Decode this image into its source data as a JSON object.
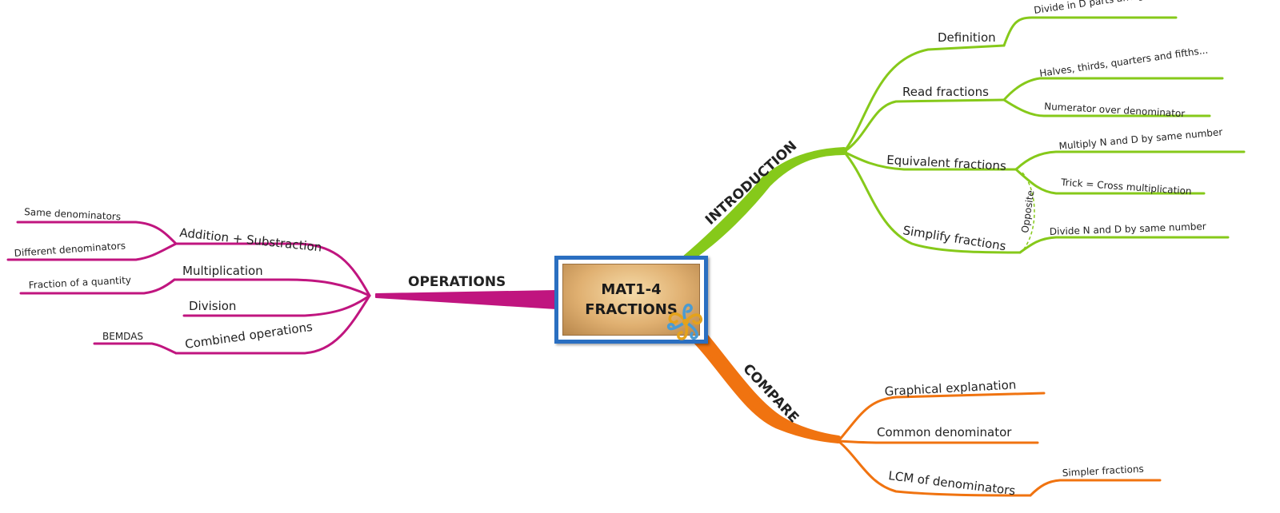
{
  "colors": {
    "introduction": "#86c91a",
    "operations": "#c0157f",
    "compare": "#f07310",
    "center_border": "#2a6fc1"
  },
  "center": {
    "line1": "MAT1-4",
    "line2": "FRACTIONS",
    "icon": "mindmap-logo-icon"
  },
  "introduction": {
    "label": "INTRODUCTION",
    "definition": {
      "label": "Definition",
      "leaf": "Divide in D parts and get N"
    },
    "read_fractions": {
      "label": "Read fractions",
      "leaves": [
        "Halves, thirds, quarters and fifths...",
        "Numerator over denominator"
      ]
    },
    "equivalent_fractions": {
      "label": "Equivalent fractions",
      "leaves": [
        "Multiply N and D by same number",
        "Trick = Cross multiplication"
      ]
    },
    "simplify_fractions": {
      "label": "Simplify fractions",
      "leaf": "Divide N and D by same number"
    },
    "relation_label": "Opposite"
  },
  "operations": {
    "label": "OPERATIONS",
    "addition": {
      "label": "Addition + Substraction",
      "leaves": [
        "Same denominators",
        "Different denominators"
      ]
    },
    "multiplication": {
      "label": "Multiplication",
      "leaf": "Fraction of a quantity"
    },
    "division": {
      "label": "Division"
    },
    "combined": {
      "label": "Combined operations",
      "leaf": "BEMDAS"
    }
  },
  "compare": {
    "label": "COMPARE",
    "graphical": {
      "label": "Graphical explanation"
    },
    "common": {
      "label": "Common denominator"
    },
    "lcm": {
      "label": "LCM of denominators",
      "leaf": "Simpler fractions"
    }
  }
}
